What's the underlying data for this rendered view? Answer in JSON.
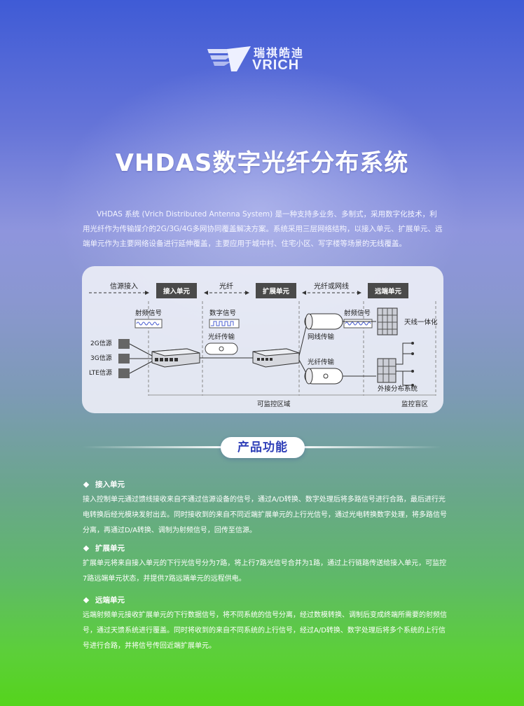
{
  "logo": {
    "cn": "瑞祺皓迪",
    "en": "VRICH"
  },
  "title": "VHDAS数字光纤分布系统",
  "intro": "VHDAS 系统 (Vrich Distributed Antenna System) 是一种支持多业务、多制式，采用数字化技术，利用光纤作为传输媒介的2G/3G/4G多网协同覆盖解决方案。系统采用三层网络结构，以接入单元、扩展单元、远端单元作为主要网络设备进行延伸覆盖，主要应用于城中村、住宅小区、写字楼等场景的无线覆盖。",
  "diagram": {
    "arrow_source": "信源接入",
    "unit_access": "接入单元",
    "arrow_fiber": "光纤",
    "unit_expand": "扩展单元",
    "arrow_fiber_or_net": "光纤或网线",
    "unit_remote": "远端单元",
    "rf_signal_left": "射频信号",
    "digital_signal": "数字信号",
    "fiber_trans_left": "光纤传输",
    "rf_signal_right": "射频信号",
    "net_trans": "网线传输",
    "fiber_trans_right": "光纤传输",
    "antenna_integrated": "天线一体化",
    "external_distribution": "外接分布系统",
    "src_2g": "2G信源",
    "src_3g": "3G信源",
    "src_lte": "LTE信源",
    "zone_monitor": "可监控区域",
    "zone_blind": "监控盲区"
  },
  "section_title": "产品功能",
  "features": [
    {
      "title": "接入单元",
      "text": "接入控制单元通过馈线接收来自不通过信源设备的信号，通过A/D转换、数字处理后将多路信号进行合路，最后进行光电转换后经光模块发射出去。同时接收到的来自不同近端扩展单元的上行光信号，通过光电转换数字处理，将多路信号分离，再通过D/A转换、调制为射频信号，回传至信源。"
    },
    {
      "title": "扩展单元",
      "text": "扩展单元将来自接入单元的下行光信号分为7路，将上行7路光信号合并为1路，通过上行链路传送给接入单元，可监控7路远端单元状态，并提供7路远端单元的远程供电。"
    },
    {
      "title": "远端单元",
      "text": "远端射频单元接收扩展单元的下行数据信号，将不同系统的信号分离，经过数模转换、调制后变成终端所需要的射频信号，通过天馈系统进行覆盖。同时将收到的来自不同系统的上行信号，经过A/D转换、数字处理后将多个系统的上行信号进行合路，并将信号传回近端扩展单元。"
    }
  ],
  "colors": {
    "title_blue": "#2f3fb8",
    "unit_box": "#4a4a4a"
  }
}
